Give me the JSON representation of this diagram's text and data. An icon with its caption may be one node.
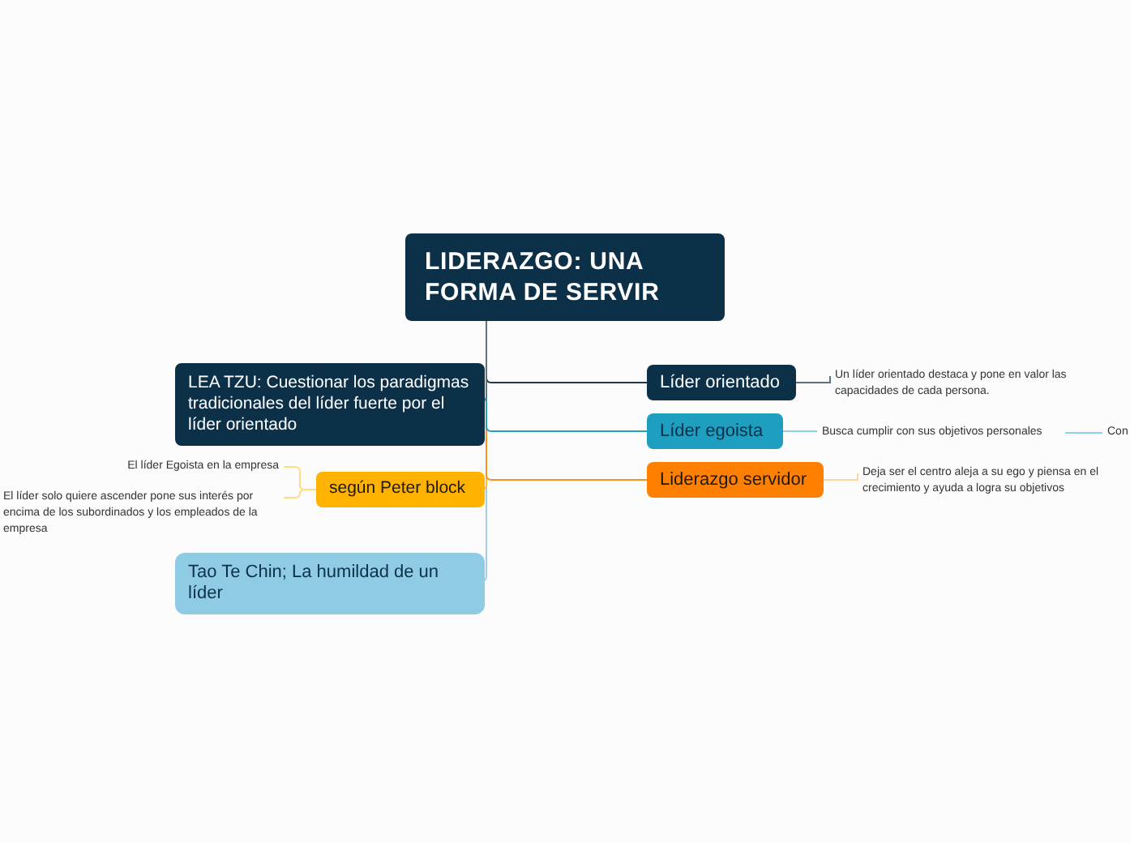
{
  "diagram": {
    "nodes": [
      {
        "text": [
          "LIDERAZGO: UNA FORMA DE SERVIR"
        ]
      },
      {
        "text": [
          "Líder orientado"
        ]
      },
      {
        "text": [
          "Un líder orientado  destaca y pone en valor las capacidades de cada persona."
        ]
      },
      {
        "text": [
          "Líder egoista"
        ]
      },
      {
        "text": [
          "Busca cumplir con sus objetivos personales"
        ]
      },
      {
        "text": [
          "Con"
        ]
      },
      {
        "text": [
          "Liderazgo servidor"
        ]
      },
      {
        "text": [
          "Deja ser  el centro aleja a su ego y piensa en el crecimiento y ayuda a logra su objetivos"
        ]
      },
      {
        "text": [
          "LEA TZU: Cuestionar los paradigmas tradicionales del líder fuerte por el líder orientado"
        ]
      },
      {
        "text": [
          "según Peter block"
        ]
      },
      {
        "text": [
          "El líder Egoista en la empresa"
        ]
      },
      {
        "text": [
          "El líder solo quiere ascender pone sus interés por encima de los subordinados y los empleados de la empresa"
        ]
      },
      {
        "text": [
          "Tao Te Chin; La humildad de un líder"
        ]
      }
    ],
    "edges": [
      {
        "from": 0,
        "to": 1,
        "arrow": "none",
        "color": "#1e3a4c"
      },
      {
        "from": 0,
        "to": 3,
        "arrow": "none",
        "color": "#26a0c0"
      },
      {
        "from": 0,
        "to": 6,
        "arrow": "none",
        "color": "#f7931e"
      },
      {
        "from": 0,
        "to": 8,
        "arrow": "none",
        "color": "#5e7380"
      },
      {
        "from": 0,
        "to": 9,
        "arrow": "none",
        "color": "#ffc21a"
      },
      {
        "from": 0,
        "to": 12,
        "arrow": "none",
        "color": "#9fd0e8"
      },
      {
        "from": 1,
        "to": 2,
        "arrow": "none",
        "color": "#5e7380"
      },
      {
        "from": 3,
        "to": 4,
        "arrow": "none",
        "color": "#8fd0e4"
      },
      {
        "from": 4,
        "to": 5,
        "arrow": "none",
        "color": "#8fd0e4"
      },
      {
        "from": 6,
        "to": 7,
        "arrow": "none",
        "color": "#ffd39a"
      },
      {
        "from": 9,
        "to": 10,
        "arrow": "none",
        "color": "#ffdd80"
      },
      {
        "from": 9,
        "to": 11,
        "arrow": "none",
        "color": "#ffdd80"
      }
    ]
  }
}
